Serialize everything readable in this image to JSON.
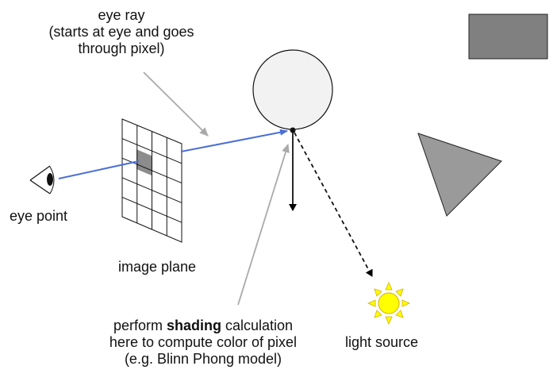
{
  "labels": {
    "eye_ray": {
      "line1": "eye ray",
      "line2": "(starts at eye and goes",
      "line3": "through pixel)"
    },
    "eye_point": "eye point",
    "image_plane": "image plane",
    "shading": {
      "line1_pre": "perform ",
      "line1_bold": "shading",
      "line1_post": " calculation",
      "line2": "here to compute color of pixel",
      "line3": "(e.g. Blinn Phong model)"
    },
    "light_source": "light source"
  },
  "colors": {
    "ray": "#4a6fd6",
    "pointer": "#aaaaaa",
    "sphere_fill": "#f2f2f2",
    "rectangle_fill": "#808080",
    "triangle_fill": "#9a9a9a",
    "grid_pixel": "#8c8c8c",
    "sun_fill": "#ffff00",
    "sun_outline": "#d4b000"
  }
}
